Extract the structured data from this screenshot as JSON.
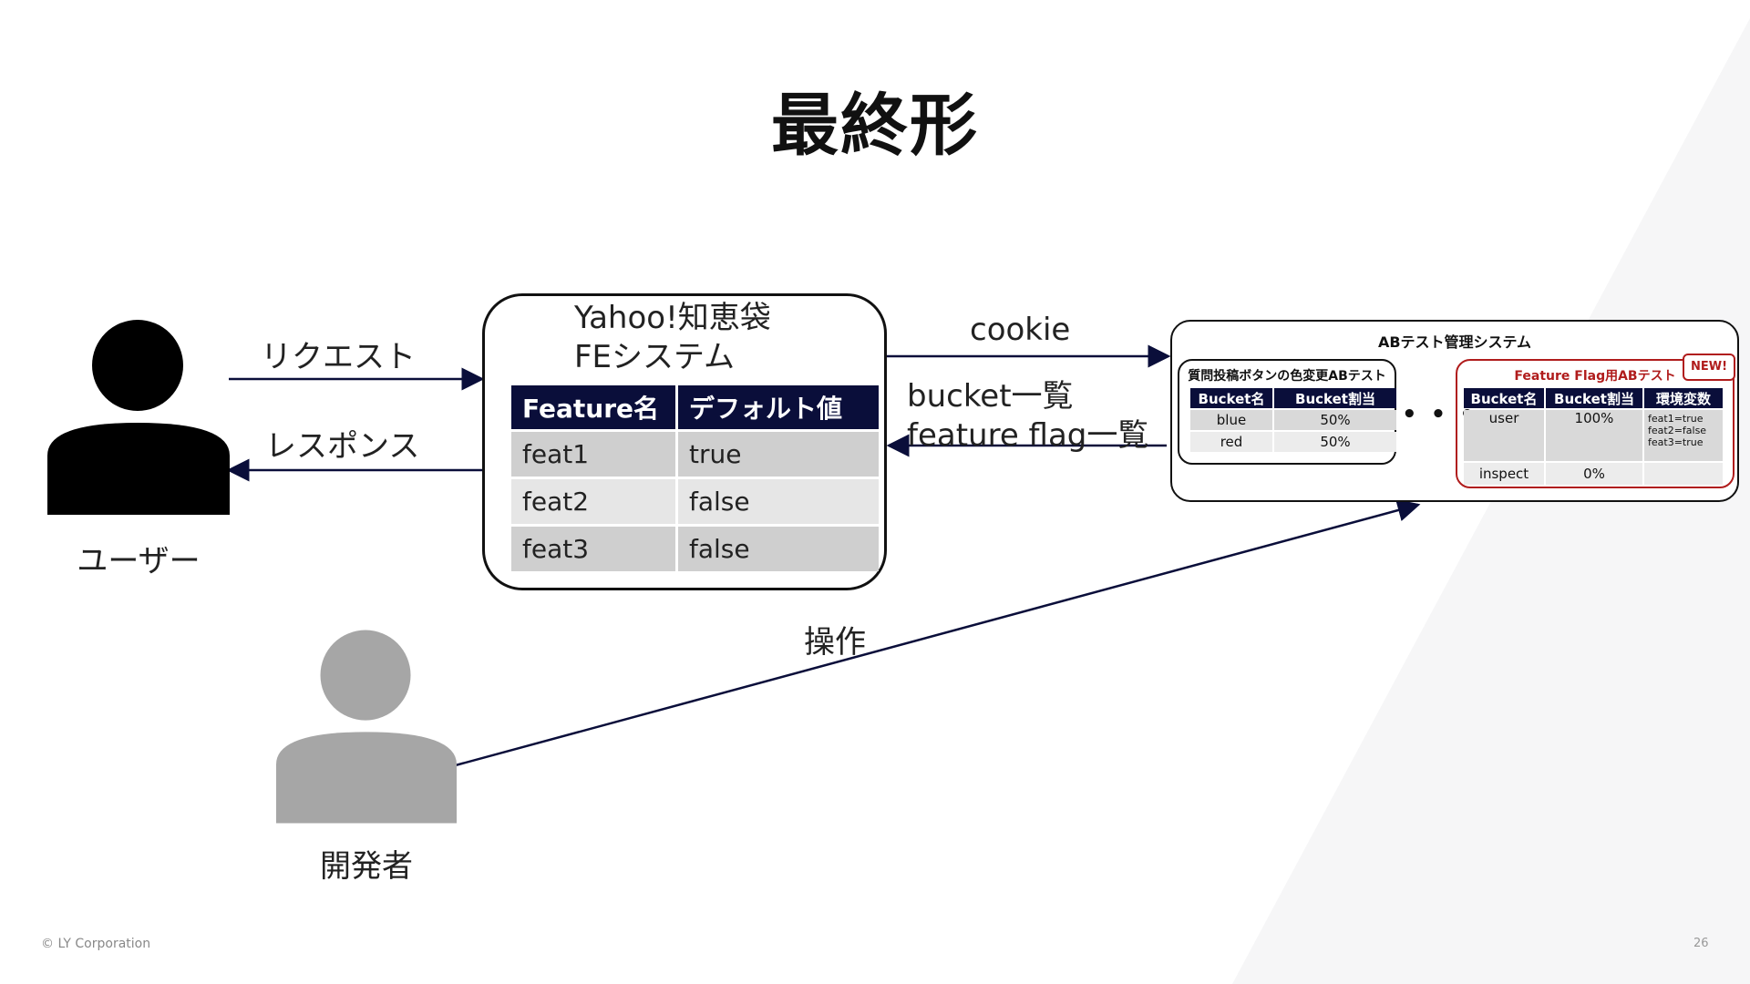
{
  "slide": {
    "title": "最終形",
    "footer_left": "© LY Corporation",
    "page_number": "26"
  },
  "actors": {
    "user_label": "ユーザー",
    "developer_label": "開発者"
  },
  "arrows": {
    "request": "リクエスト",
    "response": "レスポンス",
    "cookie": "cookie",
    "bucket_list": "bucket一覧",
    "flag_list": "feature flag一覧",
    "operation": "操作"
  },
  "fe_system": {
    "title_line1": "Yahoo!知恵袋",
    "title_line2": "FEシステム",
    "table": {
      "headers": [
        "Feature名",
        "デフォルト値"
      ],
      "rows": [
        [
          "feat1",
          "true"
        ],
        [
          "feat2",
          "false"
        ],
        [
          "feat3",
          "false"
        ]
      ]
    }
  },
  "ab_system": {
    "title": "ABテスト管理システム",
    "ellipsis": "• • •",
    "left_test": {
      "title": "質問投稿ボタンの色変更ABテスト",
      "headers": [
        "Bucket名",
        "Bucket割当"
      ],
      "rows": [
        [
          "blue",
          "50%"
        ],
        [
          "red",
          "50%"
        ]
      ]
    },
    "right_test": {
      "title": "Feature Flag用ABテスト",
      "badge": "NEW!",
      "headers": [
        "Bucket名",
        "Bucket割当",
        "環境変数"
      ],
      "rows": [
        [
          "user",
          "100%",
          "feat1=true",
          "feat2=false",
          "feat3=true"
        ],
        [
          "inspect",
          "0%",
          ""
        ]
      ]
    }
  },
  "colors": {
    "navy": "#0a0e3a",
    "accent_red": "#b01c1c",
    "developer_gray": "#a6a6a6"
  }
}
